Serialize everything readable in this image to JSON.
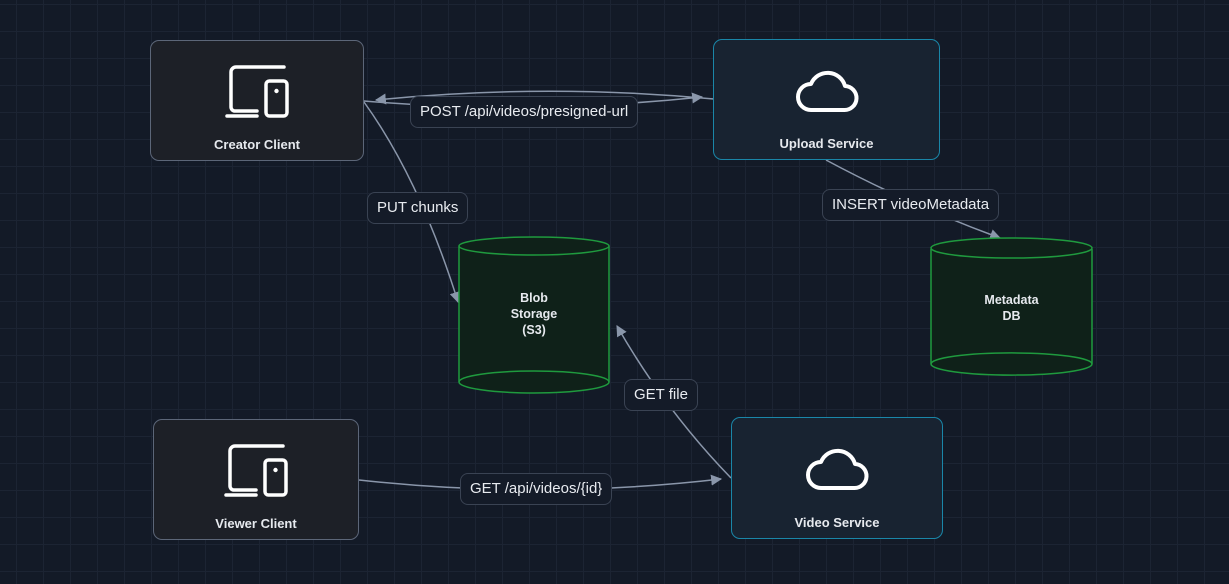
{
  "nodes": {
    "creator_client": {
      "label": "Creator Client",
      "icon": "devices-icon"
    },
    "upload_service": {
      "label": "Upload Service",
      "icon": "cloud-icon"
    },
    "blob_storage": {
      "label": "Blob\nStorage\n(S3)",
      "icon": "database-cylinder"
    },
    "metadata_db": {
      "label": "Metadata\nDB",
      "icon": "database-cylinder"
    },
    "viewer_client": {
      "label": "Viewer Client",
      "icon": "devices-icon"
    },
    "video_service": {
      "label": "Video Service",
      "icon": "cloud-icon"
    }
  },
  "edges": {
    "presigned": {
      "label": "POST /api/videos/presigned-url",
      "from": "Creator Client",
      "to": "Upload Service"
    },
    "presigned_response": {
      "label": "",
      "from": "Upload Service",
      "to": "Creator Client"
    },
    "put_chunks": {
      "label": "PUT chunks",
      "from": "Creator Client",
      "to": "Blob Storage (S3)"
    },
    "insert_metadata": {
      "label": "INSERT videoMetadata",
      "from": "Upload Service",
      "to": "Metadata DB"
    },
    "get_video": {
      "label": "GET /api/videos/{id}",
      "from": "Viewer Client",
      "to": "Video Service"
    },
    "get_file": {
      "label": "GET file",
      "from": "Video Service",
      "to": "Blob Storage (S3)"
    }
  },
  "colors": {
    "background": "#131a27",
    "client_border": "#5c6678",
    "service_border": "#1a86a8",
    "db_border": "#1f9a3e",
    "db_fill": "#0f2119",
    "edge": "#8a96aa"
  }
}
